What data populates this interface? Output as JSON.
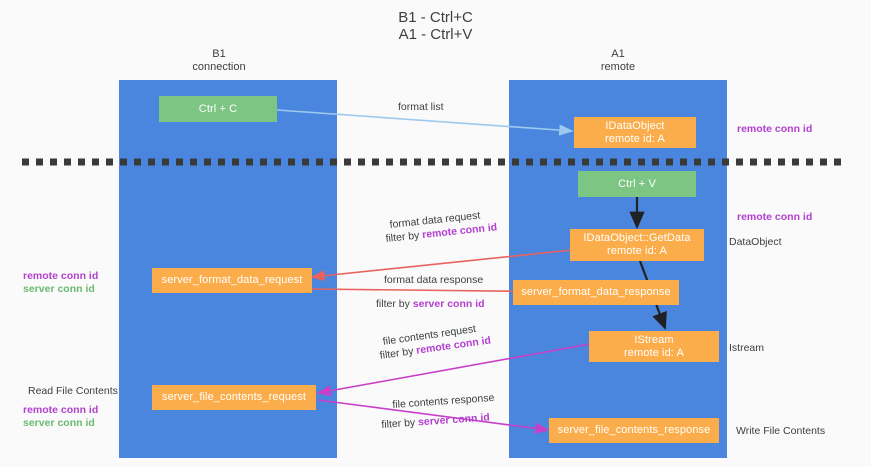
{
  "title": {
    "line1": "B1 - Ctrl+C",
    "line2": "A1 - Ctrl+V"
  },
  "lanes": [
    {
      "id": "b1",
      "name": "B1",
      "subtitle": "connection",
      "color": "#4a86dd"
    },
    {
      "id": "a1",
      "name": "A1",
      "subtitle": "remote",
      "color": "#4a86dd"
    }
  ],
  "nodes": {
    "ctrl_c": {
      "label": "Ctrl + C",
      "color": "#7dc583"
    },
    "ctrl_v": {
      "label": "Ctrl + V",
      "color": "#7dc583"
    },
    "idataobject": {
      "line1": "IDataObject",
      "line2": "remote id: A",
      "color": "#fcad4b"
    },
    "getdata": {
      "line1": "IDataObject::GetData",
      "line2": "remote id: A",
      "color": "#fcad4b"
    },
    "istream": {
      "line1": "IStream",
      "line2": "remote id: A",
      "color": "#fcad4b"
    },
    "server_format_data_request": {
      "label": "server_format_data_request",
      "color": "#fcad4b"
    },
    "server_format_data_response": {
      "label": "server_format_data_response",
      "color": "#fcad4b"
    },
    "server_file_contents_request": {
      "label": "server_file_contents_request",
      "color": "#fcad4b"
    },
    "server_file_contents_response": {
      "label": "server_file_contents_response",
      "color": "#fcad4b"
    }
  },
  "edges": {
    "format_list": {
      "label": "format list",
      "color": "#9ec9ee"
    },
    "format_data_request": {
      "label": "format data request",
      "filter_prefix": "filter by ",
      "filter_key": "remote conn id",
      "color": "#e8635f"
    },
    "format_data_response": {
      "label": "format data response",
      "filter_prefix": "filter by ",
      "filter_key": "server conn id",
      "color": "#e8635f"
    },
    "file_contents_request": {
      "label": "file contents request",
      "filter_prefix": "filter by ",
      "filter_key": "remote conn id",
      "color": "#c740c7"
    },
    "file_contents_response": {
      "label": "file contents response",
      "filter_prefix": "filter by ",
      "filter_key": "server conn id",
      "color": "#c740c7"
    }
  },
  "annotations": {
    "right_remote_conn_id_top": "remote conn id",
    "right_remote_conn_id_mid": "remote conn id",
    "right_dataobject": "DataObject",
    "right_istream": "Istream",
    "right_write_file_contents": "Write File Contents",
    "left_remote_conn_id_mid": "remote conn id",
    "left_server_conn_id_mid": "server conn id",
    "left_read_file_contents": "Read File Contents",
    "left_remote_conn_id_bottom": "remote conn id",
    "left_server_conn_id_bottom": "server conn id"
  },
  "colors": {
    "lane": "#4a86dd",
    "green": "#7dc583",
    "orange": "#fcad4b",
    "accent_remote": "#b23fd0",
    "accent_server": "#6aba6f",
    "divider": "#3a3a3a",
    "background": "#fafafa"
  },
  "divider": {
    "style": "dashed",
    "label": ""
  }
}
